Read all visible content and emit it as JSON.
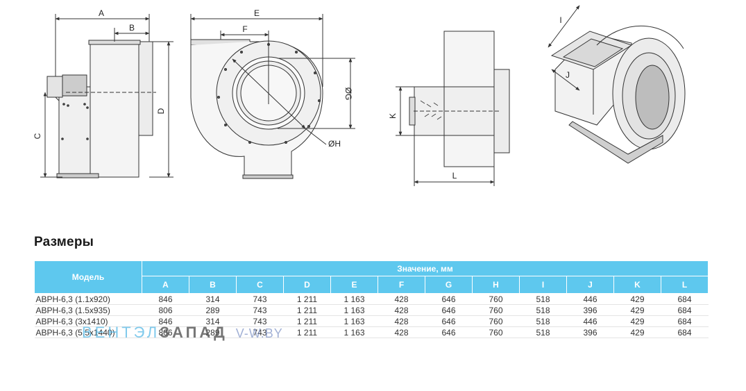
{
  "dimension_labels": {
    "A": "A",
    "B": "B",
    "C": "C",
    "D": "D",
    "E": "E",
    "F": "F",
    "G": "ØG",
    "H": "ØH",
    "I": "I",
    "J": "J",
    "K": "K",
    "L": "L"
  },
  "section_title": "Размеры",
  "table": {
    "model_header": "Модель",
    "value_header": "Значение, мм",
    "columns": [
      "A",
      "B",
      "C",
      "D",
      "E",
      "F",
      "G",
      "H",
      "I",
      "J",
      "K",
      "L"
    ],
    "rows": [
      {
        "model": "АВРН-6,3 (1.1x920)",
        "values": [
          "846",
          "314",
          "743",
          "1 211",
          "1 163",
          "428",
          "646",
          "760",
          "518",
          "446",
          "429",
          "684"
        ]
      },
      {
        "model": "АВРН-6,3 (1.5x935)",
        "values": [
          "806",
          "289",
          "743",
          "1 211",
          "1 163",
          "428",
          "646",
          "760",
          "518",
          "396",
          "429",
          "684"
        ]
      },
      {
        "model": "АВРН-6,3 (3x1410)",
        "values": [
          "846",
          "314",
          "743",
          "1 211",
          "1 163",
          "428",
          "646",
          "760",
          "518",
          "446",
          "429",
          "684"
        ]
      },
      {
        "model": "АВРН-6,3 (5.5x1440)",
        "values": [
          "806",
          "289",
          "743",
          "1 211",
          "1 163",
          "428",
          "646",
          "760",
          "518",
          "396",
          "429",
          "684"
        ]
      }
    ]
  },
  "watermark": {
    "part1": "ВЕНТЭЛ",
    "part2": "ЗАПАД",
    "part3": "V-W.BY"
  },
  "colors": {
    "header_bg": "#5ec8ee",
    "header_text": "#ffffff",
    "line": "#333333"
  }
}
